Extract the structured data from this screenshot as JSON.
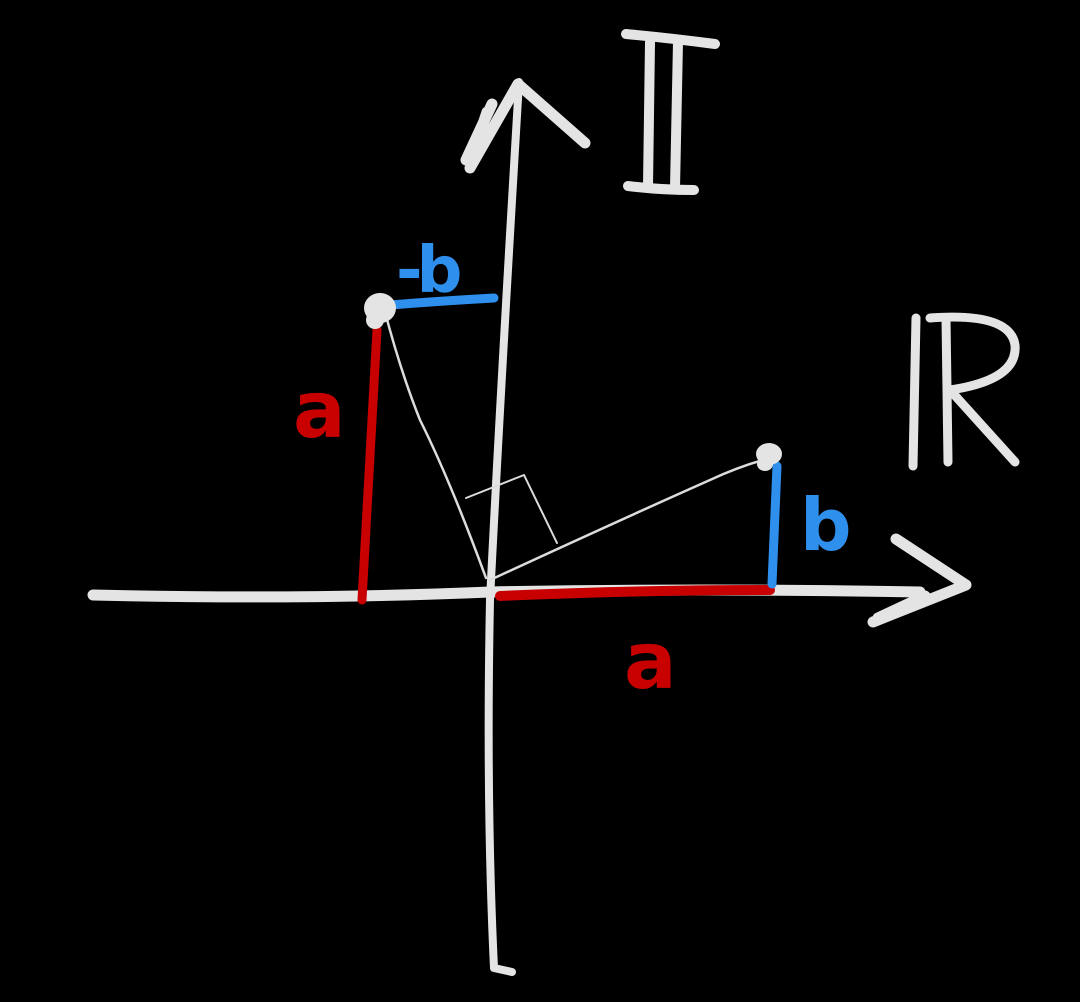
{
  "colors": {
    "background": "#000000",
    "axis": "#e4e4e4",
    "real_part": "#c80000",
    "imag_part": "#2f8fec",
    "thin_line": "#dcdcdc"
  },
  "axes": {
    "horizontal_label": "R",
    "vertical_label": "I"
  },
  "labels": {
    "a_left": "a",
    "a_bottom": "a",
    "b_right": "b",
    "neg_b_top": "-b"
  }
}
